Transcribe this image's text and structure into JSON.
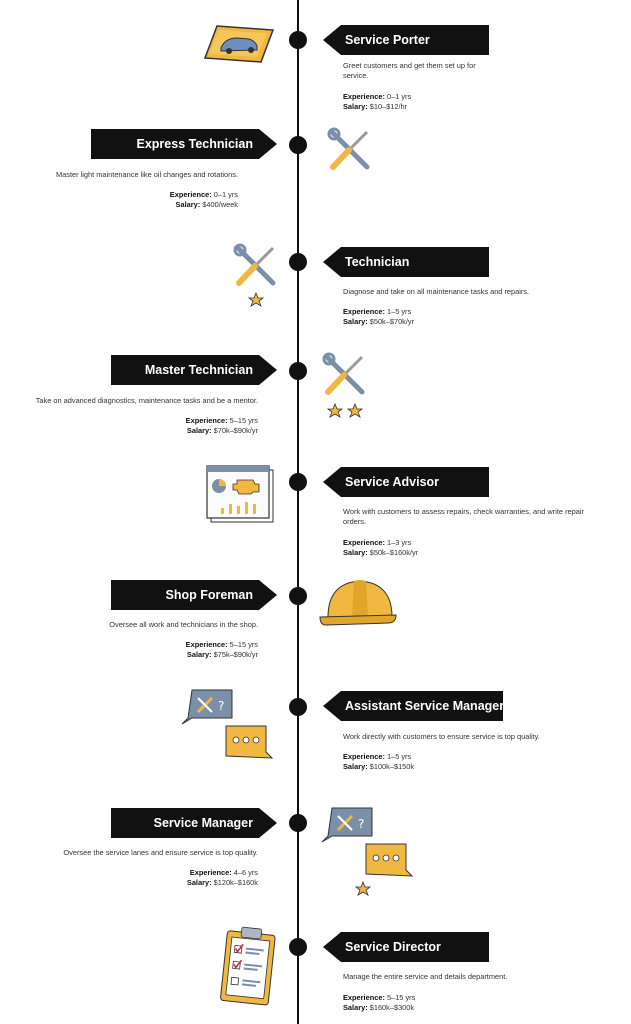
{
  "roles": [
    {
      "id": "service-porter",
      "title": "Service Porter",
      "description": "Greet customers and get them set up for service.",
      "experience_label": "Experience:",
      "experience": "0–1 yrs",
      "salary_label": "Salary:",
      "salary": "$10–$12/hr",
      "icon": "car-tablet-icon"
    },
    {
      "id": "express-technician",
      "title": "Express Technician",
      "description": "Master light maintenance like oil changes and rotations.",
      "experience_label": "Experience:",
      "experience": "0–1 yrs",
      "salary_label": "Salary:",
      "salary": "$400/week",
      "icon": "wrench-screwdriver-icon"
    },
    {
      "id": "technician",
      "title": "Technician",
      "description": "Diagnose and take on all maintenance tasks and repairs.",
      "experience_label": "Experience:",
      "experience": "1–5 yrs",
      "salary_label": "Salary:",
      "salary": "$50k–$70k/yr",
      "icon": "wrench-screwdriver-one-star-icon"
    },
    {
      "id": "master-technician",
      "title": "Master Technician",
      "description": "Take on advanced diagnostics, maintenance tasks and be a mentor.",
      "experience_label": "Experience:",
      "experience": "5–15 yrs",
      "salary_label": "Salary:",
      "salary": "$70k–$90k/yr",
      "icon": "wrench-screwdriver-two-stars-icon"
    },
    {
      "id": "service-advisor",
      "title": "Service Advisor",
      "description": "Work with customers to assess repairs, check warranties, and write repair orders.",
      "experience_label": "Experience:",
      "experience": "1–3 yrs",
      "salary_label": "Salary:",
      "salary": "$50k–$160k/yr",
      "icon": "dashboard-window-icon"
    },
    {
      "id": "shop-foreman",
      "title": "Shop Foreman",
      "description": "Oversee all work and technicians in the shop.",
      "experience_label": "Experience:",
      "experience": "5–15 yrs",
      "salary_label": "Salary:",
      "salary": "$75k–$90k/yr",
      "icon": "hard-hat-icon"
    },
    {
      "id": "assistant-service-manager",
      "title": "Assistant Service Manager",
      "description": "Work directly with customers to ensure service is top quality.",
      "experience_label": "Experience:",
      "experience": "1–5 yrs",
      "salary_label": "Salary:",
      "salary": "$100k–$150k",
      "icon": "chat-bubbles-icon"
    },
    {
      "id": "service-manager",
      "title": "Service Manager",
      "description": "Oversee the service lanes and ensure service is top quality.",
      "experience_label": "Experience:",
      "experience": "4–6 yrs",
      "salary_label": "Salary:",
      "salary": "$120k–$160k",
      "icon": "chat-bubbles-star-icon"
    },
    {
      "id": "service-director",
      "title": "Service Director",
      "description": "Manage the entire service and details department.",
      "experience_label": "Experience:",
      "experience": "5–15 yrs",
      "salary_label": "Salary:",
      "salary": "$160k–$300k",
      "icon": "clipboard-checklist-icon"
    }
  ],
  "colors": {
    "banner": "#111111",
    "accent": "#f0b840",
    "steel": "#7c8fa8",
    "text": "#333333"
  }
}
